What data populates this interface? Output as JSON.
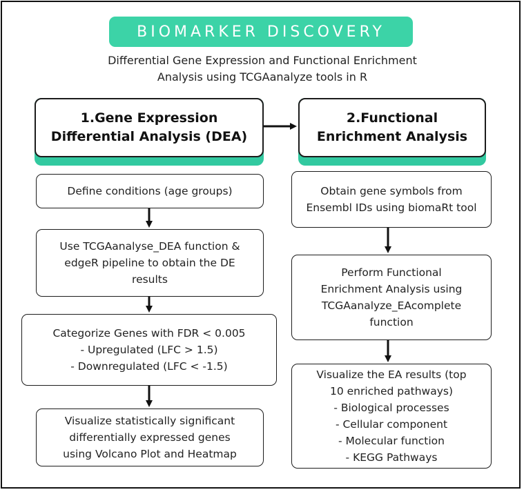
{
  "title": "BIOMARKER DISCOVERY",
  "subtitle": {
    "line1": "Differential Gene Expression and Functional Enrichment",
    "line2": "Analysis using TCGAanalyze tools in R"
  },
  "colors": {
    "accent": "#3cd3a7",
    "accent_shadow": "#32c9a0",
    "border": "#1b1b1b"
  },
  "left": {
    "header": {
      "line1": "1.Gene Expression",
      "line2": "Differential Analysis (DEA)"
    },
    "steps": [
      {
        "lines": [
          "Define conditions (age groups)"
        ]
      },
      {
        "lines": [
          "Use TCGAanalyse_DEA function &",
          "edgeR pipeline to obtain the DE",
          "results"
        ]
      },
      {
        "lines": [
          "Categorize Genes with FDR < 0.005",
          "- Upregulated (LFC > 1.5)",
          "- Downregulated (LFC < -1.5)"
        ]
      },
      {
        "lines": [
          "Visualize statistically significant",
          "differentially expressed genes",
          "using Volcano Plot and Heatmap"
        ]
      }
    ]
  },
  "right": {
    "header": {
      "line1": "2.Functional",
      "line2": "Enrichment Analysis"
    },
    "steps": [
      {
        "lines": [
          "Obtain gene symbols from",
          "Ensembl IDs using biomaRt tool"
        ]
      },
      {
        "lines": [
          "Perform Functional",
          "Enrichment Analysis using",
          "TCGAanalyze_EAcomplete",
          "function"
        ]
      },
      {
        "lines": [
          "Visualize the EA results (top",
          "10 enriched pathways)",
          "- Biological processes",
          "- Cellular component",
          "- Molecular function",
          "- KEGG Pathways"
        ]
      }
    ]
  }
}
